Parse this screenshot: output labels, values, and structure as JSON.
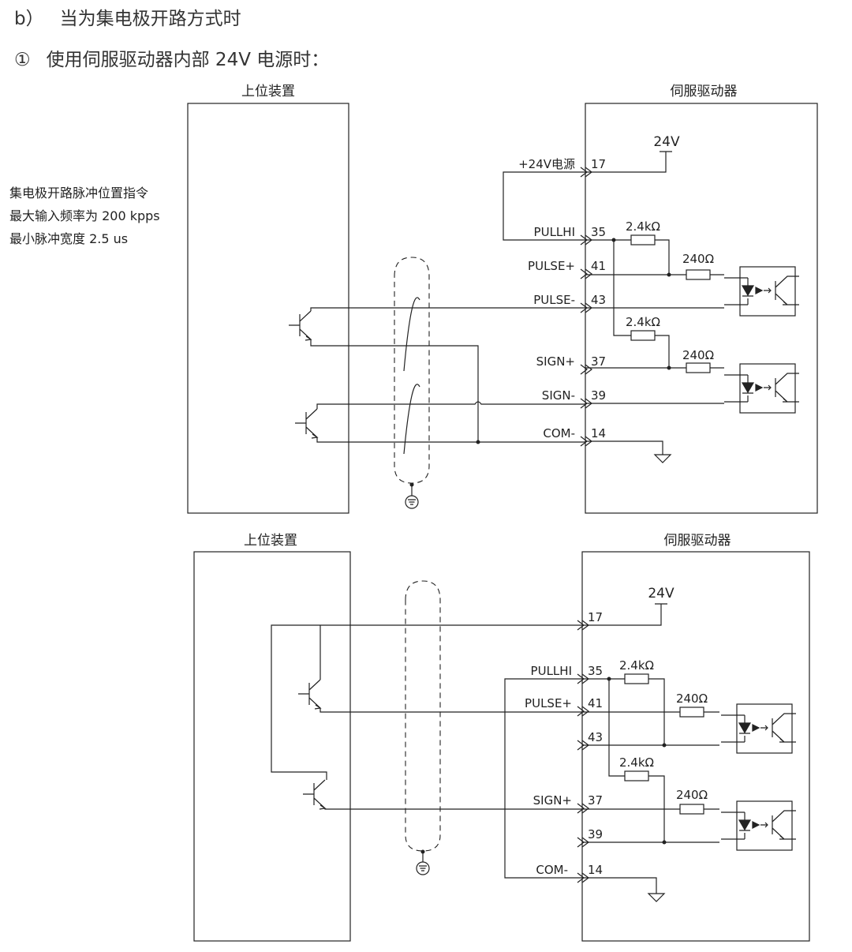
{
  "heading_b": {
    "num": "b）",
    "text": "当为集电极开路方式时"
  },
  "heading_1": {
    "num": "①",
    "text": "使用伺服驱动器内部 24V 电源时："
  },
  "note": [
    "集电极开路脉冲位置指令",
    "最大输入频率为 200 kpps",
    "最小脉冲宽度 2.5 us"
  ],
  "diagram1": {
    "host_label": "上位装置",
    "drive_label": "伺服驱动器",
    "supply_label": "24V",
    "signals": [
      {
        "name": "+24V电源",
        "pin": "17"
      },
      {
        "name": "PULLHI",
        "pin": "35"
      },
      {
        "name": "PULSE+",
        "pin": "41"
      },
      {
        "name": "PULSE-",
        "pin": "43"
      },
      {
        "name": "SIGN+",
        "pin": "37"
      },
      {
        "name": "SIGN-",
        "pin": "39"
      },
      {
        "name": "COM-",
        "pin": "14"
      }
    ],
    "resistors": [
      "2.4kΩ",
      "240Ω",
      "2.4kΩ",
      "240Ω"
    ]
  },
  "diagram2": {
    "host_label": "上位装置",
    "drive_label": "伺服驱动器",
    "supply_label": "24V",
    "signals": [
      {
        "name": "",
        "pin": "17"
      },
      {
        "name": "PULLHI",
        "pin": "35"
      },
      {
        "name": "PULSE+",
        "pin": "41"
      },
      {
        "name": "",
        "pin": "43"
      },
      {
        "name": "SIGN+",
        "pin": "37"
      },
      {
        "name": "",
        "pin": "39"
      },
      {
        "name": "COM-",
        "pin": "14"
      }
    ],
    "resistors": [
      "2.4kΩ",
      "240Ω",
      "2.4kΩ",
      "240Ω"
    ]
  }
}
